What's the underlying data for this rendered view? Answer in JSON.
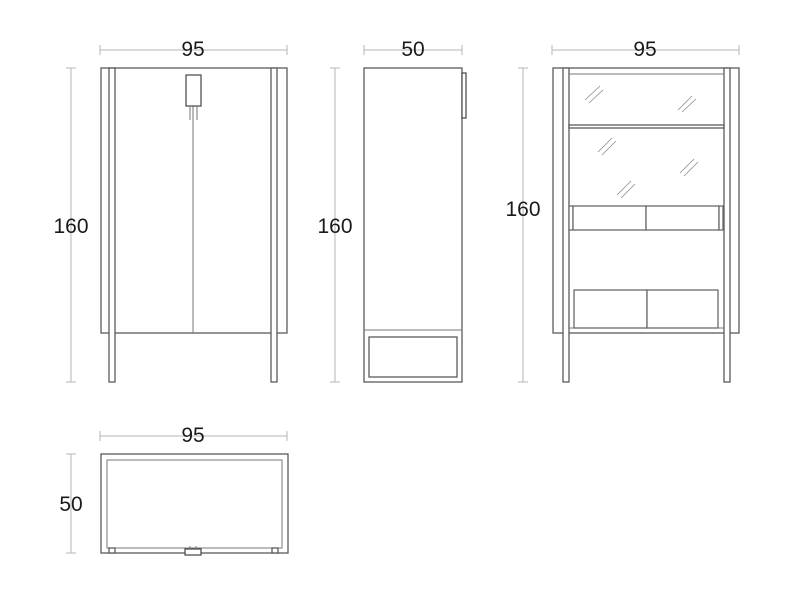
{
  "views": {
    "front": {
      "width_label": "95",
      "height_label": "160"
    },
    "side": {
      "width_label": "50",
      "height_label": "160"
    },
    "open": {
      "width_label": "95",
      "height_label": "160"
    },
    "top": {
      "width_label": "95",
      "depth_label": "50"
    }
  },
  "colors": {
    "outline": "#5a5a5a",
    "dimension": "#b5b5b5",
    "text": "#1a1a1a",
    "background": "#ffffff"
  }
}
